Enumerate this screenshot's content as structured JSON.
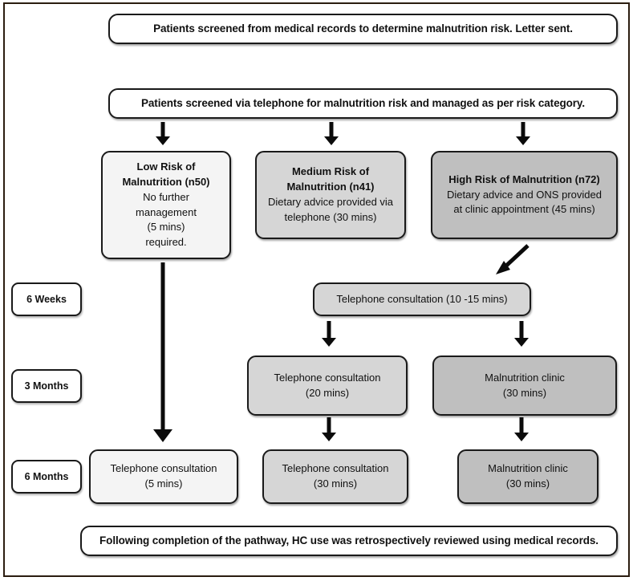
{
  "diagram": {
    "title": "Malnutrition risk management pathway flowchart",
    "colors": {
      "frame_border": "#2b1d10",
      "node_border": "#1a1a1a",
      "fill_white": "#ffffff",
      "fill_low_risk": "#f4f4f4",
      "fill_medium_risk": "#d6d6d6",
      "fill_high_risk": "#bfbfbf",
      "arrow": "#0b0b0b"
    },
    "banners": {
      "top": "Patients screened from medical records to determine malnutrition risk. Letter sent.",
      "second": "Patients screened via telephone for malnutrition risk and managed as per risk category.",
      "bottom": "Following completion of the pathway, HC use was retrospectively reviewed using medical records."
    },
    "risk_boxes": {
      "low": {
        "heading_line1": "Low Risk of",
        "heading_line2": "Malnutrition (n50)",
        "body_line1": "No further",
        "body_line2": "management",
        "body_line3": "(5 mins)",
        "body_line4": "required.",
        "n": 50,
        "duration_mins": 5
      },
      "medium": {
        "heading_line1": "Medium Risk of",
        "heading_line2": "Malnutrition (n41)",
        "body_line1": "Dietary advice provided via",
        "body_line2": "telephone (30 mins)",
        "n": 41,
        "duration_mins": 30
      },
      "high": {
        "heading_line1": "High Risk of Malnutrition (n72)",
        "body_line1": "Dietary advice and ONS provided",
        "body_line2": "at clinic appointment (45 mins)",
        "n": 72,
        "duration_mins": 45
      }
    },
    "stages": [
      {
        "label": "6 Weeks"
      },
      {
        "label": "3 Months"
      },
      {
        "label": "6 Months"
      }
    ],
    "six_weeks": {
      "shared": {
        "line1": "Telephone consultation (10 -15 mins)"
      }
    },
    "three_months": {
      "medium": {
        "line1": "Telephone consultation",
        "line2": "(20 mins)"
      },
      "high": {
        "line1": "Malnutrition clinic",
        "line2": "(30 mins)"
      }
    },
    "six_months": {
      "low": {
        "line1": "Telephone consultation",
        "line2": "(5 mins)"
      },
      "medium": {
        "line1": "Telephone consultation",
        "line2": "(30 mins)"
      },
      "high": {
        "line1": "Malnutrition clinic",
        "line2": "(30 mins)"
      }
    }
  }
}
